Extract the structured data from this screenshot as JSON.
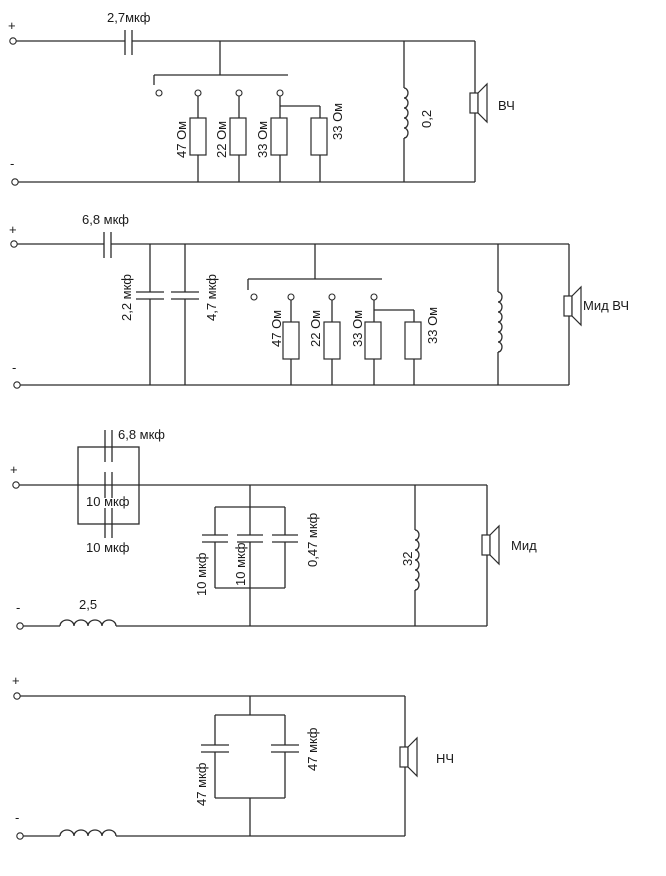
{
  "circuit1": {
    "plus": "+",
    "minus": "-",
    "cap": "2,7мкф",
    "resistors": [
      "47 Ом",
      "22 Ом",
      "33 Ом",
      "33 Ом"
    ],
    "inductor": "0,2",
    "speaker": "ВЧ"
  },
  "circuit2": {
    "plus": "+",
    "minus": "-",
    "cap_series": "6,8 мкф",
    "cap_a": "2,2 мкф",
    "cap_b": "4,7 мкф",
    "resistors": [
      "47 Ом",
      "22 Ом",
      "33 Ом",
      "33 Ом"
    ],
    "speaker": "Мид ВЧ"
  },
  "circuit3": {
    "plus": "+",
    "minus": "-",
    "cap_top": "6,8 мкф",
    "cap_mid": "10 мкф",
    "cap_bottom": "10 мкф",
    "inductor_series": "2,5",
    "bank": [
      "10 мкф",
      "10 мкф",
      "0,47 мкф"
    ],
    "inductor_shunt": "32",
    "speaker": "Мид"
  },
  "circuit4": {
    "plus": "+",
    "minus": "-",
    "bank": [
      "47 мкф",
      "47 мкф"
    ],
    "speaker": "НЧ"
  }
}
